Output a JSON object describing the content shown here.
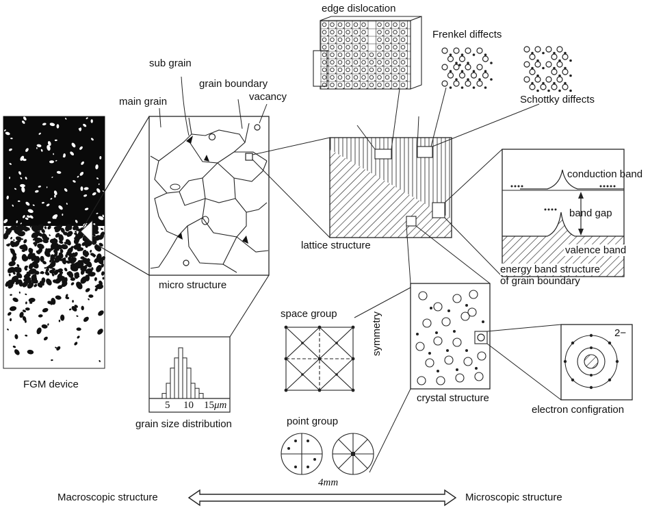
{
  "labels": {
    "fgm_device": "FGM device",
    "main_grain": "main grain",
    "sub_grain": "sub grain",
    "grain_boundary": "grain boundary",
    "vacancy": "vacancy",
    "micro_structure": "micro structure",
    "grain_size_distribution": "grain size distribution",
    "axis_ticks": [
      "5",
      "10",
      "15"
    ],
    "axis_unit": "μm",
    "edge_dislocation": "edge dislocation",
    "frenkel": "Frenkel diffects",
    "schottky": "Schottky diffects",
    "lattice_structure": "lattice structure",
    "conduction_band": "conduction band",
    "band_gap": "band gap",
    "valence_band": "valence band",
    "energy_band_line1": "energy band structure",
    "energy_band_line2": "of grain boundary",
    "space_group": "space group",
    "symmetry": "symmetry",
    "crystal_structure": "crystal structure",
    "electron_configuration": "electron configration",
    "charge": "2−",
    "point_group": "point group",
    "point_group_symbol": "4mm",
    "macroscopic": "Macroscopic structure",
    "microscopic": "Microscopic structure"
  },
  "histogram_values": [
    1,
    3,
    6,
    8,
    10,
    8,
    6,
    3,
    2,
    1
  ]
}
